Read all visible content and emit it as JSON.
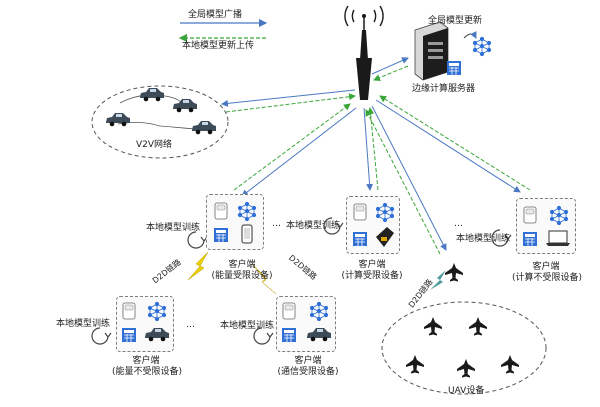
{
  "legend": {
    "broadcast": "全局模型广播",
    "upload": "本地模型更新上传",
    "broadcast_color": "#4a78c2",
    "upload_color": "#3aa63a"
  },
  "server": {
    "update_label": "全局模型更新",
    "name": "边缘计算服务器"
  },
  "v2v": {
    "label": "V2V网络"
  },
  "local_training": "本地模型训练",
  "ellipsis": "…",
  "d2d_link": "D2D链路",
  "clients": [
    {
      "id": "energy_limited",
      "line1": "客户端",
      "line2": "(能量受限设备)",
      "device": "phone-icon"
    },
    {
      "id": "compute_limited",
      "line1": "客户端",
      "line2": "(计算受限设备)",
      "device": "cordless-phone-icon"
    },
    {
      "id": "compute_unlimited",
      "line1": "客户端",
      "line2": "(计算不受限设备)",
      "device": "laptop-icon"
    },
    {
      "id": "energy_unlimited",
      "line1": "客户端",
      "line2": "(能量不受限设备)",
      "device": "car-icon"
    },
    {
      "id": "comm_limited",
      "line1": "客户端",
      "line2": "(通信受限设备)",
      "device": "car-icon"
    }
  ],
  "uav": {
    "label": "UAV设备"
  }
}
